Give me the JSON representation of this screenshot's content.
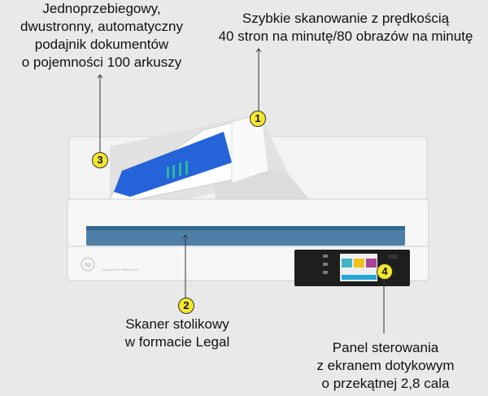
{
  "callouts": [
    {
      "number": "1",
      "lines": [
        "Szybkie skanowanie z prędkością",
        "40 stron na minutę/80 obrazów na minutę"
      ]
    },
    {
      "number": "2",
      "lines": [
        "Skaner stolikowy",
        "w formacie Legal"
      ]
    },
    {
      "number": "3",
      "lines": [
        "Jednoprzebiegowy,",
        "dwustronny, automatyczny",
        "podajnik dokumentów",
        "o pojemności 100 arkuszy"
      ]
    },
    {
      "number": "4",
      "lines": [
        "Panel sterowania",
        "z ekranem dotykowym",
        "o przekątnej 2,8 cala"
      ]
    }
  ],
  "product": {
    "logo": "hp",
    "model": "ScanJet Pro N4600 fnw1"
  },
  "colors": {
    "badge": "#f4e72c",
    "slot": "#4e7fa6",
    "background": "#e9e9e9",
    "panel": "#1e1e1e"
  }
}
